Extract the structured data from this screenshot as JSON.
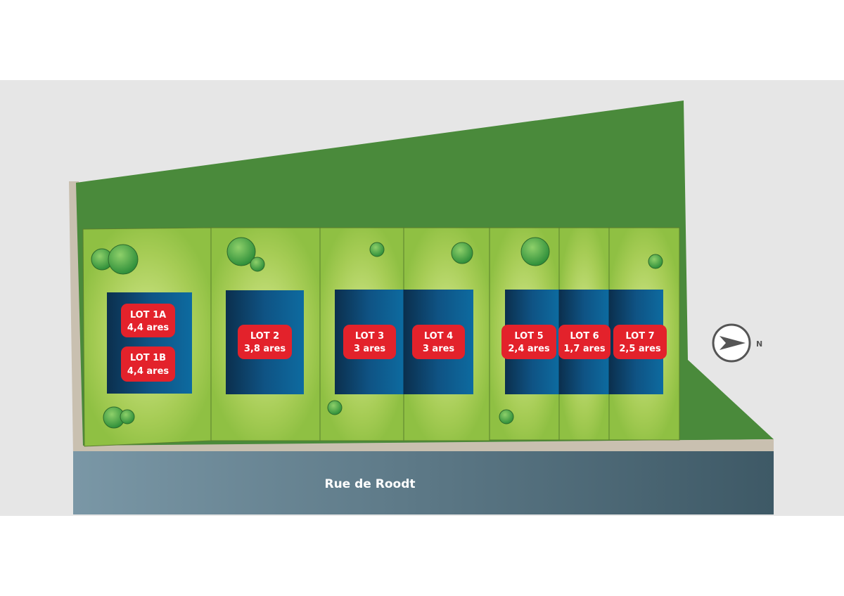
{
  "map": {
    "street_name": "Rue de Roodt",
    "north_label": "N",
    "colors": {
      "background_band": "#e6e6e6",
      "dark_green": "#4a8a3b",
      "parcel_green": "#8fc043",
      "parcel_highlight": "#c8e27e",
      "house_blue": "#0f5384",
      "label_red": "#e3222b",
      "street": "#5d7a8a",
      "sidewalk": "#c9c0b0"
    },
    "lots": [
      {
        "name": "LOT 1A",
        "area": "4,4 ares"
      },
      {
        "name": "LOT 1B",
        "area": "4,4 ares"
      },
      {
        "name": "LOT 2",
        "area": "3,8 ares"
      },
      {
        "name": "LOT 3",
        "area": "3 ares"
      },
      {
        "name": "LOT 4",
        "area": "3 ares"
      },
      {
        "name": "LOT 5",
        "area": "2,4 ares"
      },
      {
        "name": "LOT 6",
        "area": "1,7 ares"
      },
      {
        "name": "LOT 7",
        "area": "2,5 ares"
      }
    ]
  }
}
